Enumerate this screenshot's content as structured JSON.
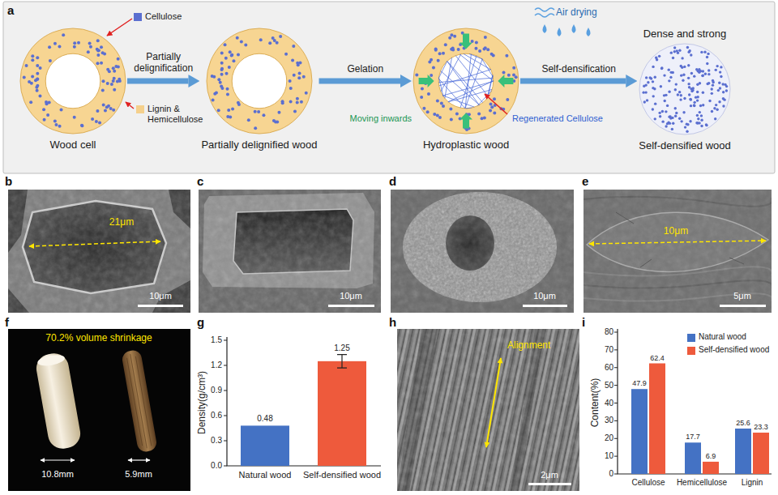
{
  "diagram": {
    "nodes": [
      {
        "text": [
          "Wood cell"
        ]
      },
      {
        "text": [
          "Partially delignified wood"
        ]
      },
      {
        "text": [
          "Hydroplastic wood"
        ]
      },
      {
        "text": [
          "Dense and strong",
          "Self-densified wood"
        ]
      }
    ],
    "edges": [
      {
        "from": 0,
        "to": 1,
        "label": "Partially delignification",
        "arrow": "to"
      },
      {
        "from": 1,
        "to": 2,
        "label": "Gelation",
        "arrow": "to"
      },
      {
        "from": 2,
        "to": 3,
        "label": "Self-densification",
        "arrow": "to"
      }
    ],
    "labels": [
      "a",
      "Air drying",
      "Moving inwards",
      "Regenerated Cellulose",
      "b",
      "21μm",
      "10μm",
      "c",
      "10μm",
      "d",
      "10μm",
      "e",
      "10μm",
      "5μm",
      "f",
      "70.2% volume shrinkage",
      "10.8mm",
      "5.9mm",
      "g",
      "Density(g/cm³)",
      "0.0",
      "0.3",
      "0.6",
      "0.9",
      "1.2",
      "1.5",
      "0.48",
      "1.25",
      "Natural wood",
      "Self-densified wood",
      "h",
      "Alignment",
      "2μm",
      "i",
      "Content(%)",
      "0",
      "10",
      "20",
      "30",
      "40",
      "50",
      "60",
      "70",
      "80",
      "47.9",
      "62.4",
      "17.7",
      "6.9",
      "25.6",
      "23.3",
      "Cellulose",
      "Hemicellulose",
      "Lignin"
    ],
    "legend": [
      {
        "text": "Cellulose",
        "color": "#5b6fd0"
      },
      {
        "text": "Lignin & Hemicellulose",
        "color": "#f5d08c"
      },
      {
        "text": "Natural wood",
        "color": "#4472c4"
      },
      {
        "text": "Self-densified wood",
        "color": "#ee5a3c"
      }
    ]
  }
}
